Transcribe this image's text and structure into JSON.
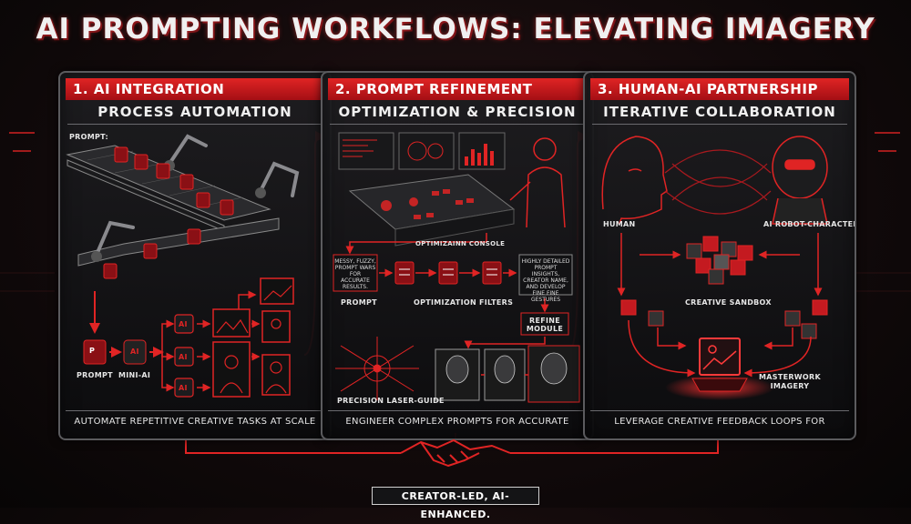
{
  "title": "AI PROMPTING WORKFLOWS: ELEVATING IMAGERY",
  "colors": {
    "accent": "#e02424",
    "dark": "#120a0b",
    "panel_border": "#5b5b5e"
  },
  "panels": [
    {
      "header": "1. AI INTEGRATION",
      "subtitle": "PROCESS AUTOMATION",
      "footer": "AUTOMATE REPETITIVE CREATIVE TASKS AT SCALE",
      "labels": {
        "prompt_top": "PROMPT:",
        "prompt": "PROMPT",
        "mini_ai": "MINI-AI",
        "ai": "AI",
        "p": "P"
      }
    },
    {
      "header": "2. PROMPT REFINEMENT",
      "subtitle": "OPTIMIZATION & PRECISION",
      "footer": "ENGINEER COMPLEX PROMPTS FOR ACCURATE RESULTS",
      "labels": {
        "console": "OPTIMIZAINN CONSOLE",
        "messy": "MESSY, FUZZY, PROMPT WARS FOR ACCURATE RESULTS.",
        "detailed": "HIGHLY DETAILED PROMPT INSIGHTS, CREATOR NAME, AND DEVELOP FINE FINE GESTURES",
        "prompt": "PROMPT",
        "filters": "OPTIMIZATION FILTERS",
        "refine": "REFINE MODULE",
        "laser": "PRECISION LASER-GUIDE"
      }
    },
    {
      "header": "3. HUMAN-AI PARTNERSHIP",
      "subtitle": "ITERATIVE COLLABORATION",
      "footer": "LEVERAGE CREATIVE FEEDBACK LOOPS FOR SUPERIOR IMAGERY",
      "labels": {
        "human": "HUMAN",
        "robot": "AI ROBOT-CHARACTER",
        "sandbox": "CREATIVE SANDBOX",
        "masterwork": "MASTERWORK IMAGERY"
      }
    }
  ],
  "tagline": "CREATOR-LED, AI-ENHANCED."
}
